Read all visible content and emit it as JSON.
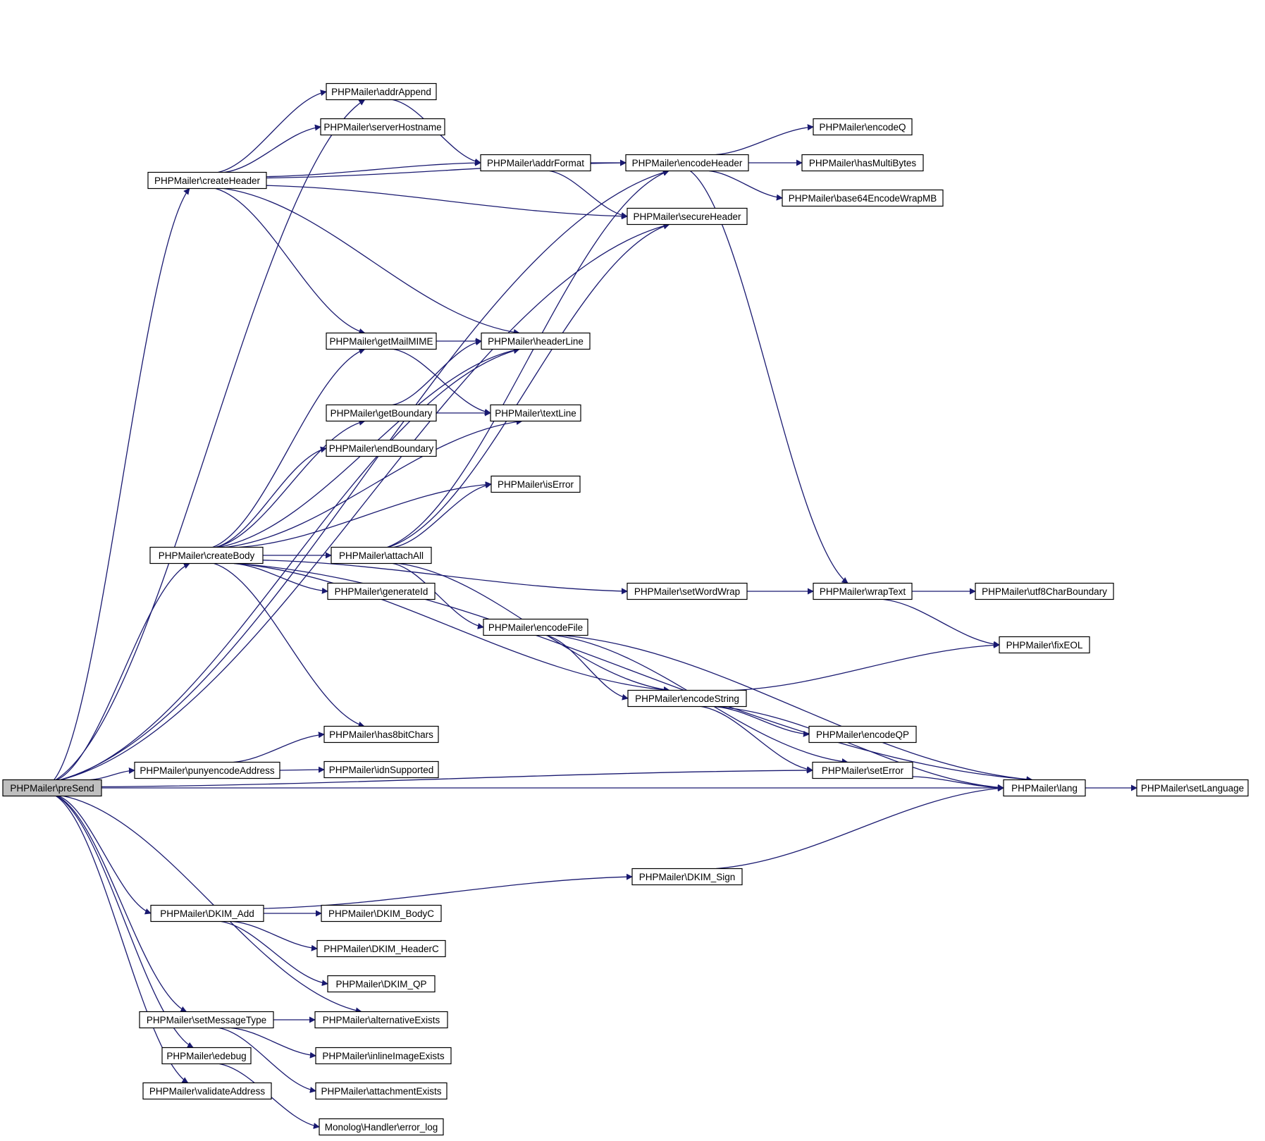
{
  "colors": {
    "edge": "#191970",
    "node_fill": "#ffffff",
    "root_fill": "#bfbfbf",
    "node_border": "#000000"
  },
  "nodes": [
    {
      "id": "preSend",
      "label": "PHPMailer\\preSend",
      "root": true
    },
    {
      "id": "createHeader",
      "label": "PHPMailer\\createHeader"
    },
    {
      "id": "createBody",
      "label": "PHPMailer\\createBody"
    },
    {
      "id": "punyencodeAddress",
      "label": "PHPMailer\\punyencodeAddress"
    },
    {
      "id": "DKIM_Add",
      "label": "PHPMailer\\DKIM_Add"
    },
    {
      "id": "setMessageType",
      "label": "PHPMailer\\setMessageType"
    },
    {
      "id": "edebug",
      "label": "PHPMailer\\edebug"
    },
    {
      "id": "validateAddress",
      "label": "PHPMailer\\validateAddress"
    },
    {
      "id": "addrAppend",
      "label": "PHPMailer\\addrAppend"
    },
    {
      "id": "serverHostname",
      "label": "PHPMailer\\serverHostname"
    },
    {
      "id": "getMailMIME",
      "label": "PHPMailer\\getMailMIME"
    },
    {
      "id": "getBoundary",
      "label": "PHPMailer\\getBoundary"
    },
    {
      "id": "endBoundary",
      "label": "PHPMailer\\endBoundary"
    },
    {
      "id": "attachAll",
      "label": "PHPMailer\\attachAll"
    },
    {
      "id": "generateId",
      "label": "PHPMailer\\generateId"
    },
    {
      "id": "has8bitChars",
      "label": "PHPMailer\\has8bitChars"
    },
    {
      "id": "idnSupported",
      "label": "PHPMailer\\idnSupported"
    },
    {
      "id": "DKIM_BodyC",
      "label": "PHPMailer\\DKIM_BodyC"
    },
    {
      "id": "DKIM_HeaderC",
      "label": "PHPMailer\\DKIM_HeaderC"
    },
    {
      "id": "DKIM_QP",
      "label": "PHPMailer\\DKIM_QP"
    },
    {
      "id": "alternativeExists",
      "label": "PHPMailer\\alternativeExists"
    },
    {
      "id": "inlineImageExists",
      "label": "PHPMailer\\inlineImageExists"
    },
    {
      "id": "attachmentExists",
      "label": "PHPMailer\\attachmentExists"
    },
    {
      "id": "error_log",
      "label": "Monolog\\Handler\\error_log"
    },
    {
      "id": "addrFormat",
      "label": "PHPMailer\\addrFormat"
    },
    {
      "id": "headerLine",
      "label": "PHPMailer\\headerLine"
    },
    {
      "id": "textLine",
      "label": "PHPMailer\\textLine"
    },
    {
      "id": "isError",
      "label": "PHPMailer\\isError"
    },
    {
      "id": "encodeFile",
      "label": "PHPMailer\\encodeFile"
    },
    {
      "id": "encodeHeader",
      "label": "PHPMailer\\encodeHeader"
    },
    {
      "id": "secureHeader",
      "label": "PHPMailer\\secureHeader"
    },
    {
      "id": "setWordWrap",
      "label": "PHPMailer\\setWordWrap"
    },
    {
      "id": "encodeString",
      "label": "PHPMailer\\encodeString"
    },
    {
      "id": "DKIM_Sign",
      "label": "PHPMailer\\DKIM_Sign"
    },
    {
      "id": "encodeQ",
      "label": "PHPMailer\\encodeQ"
    },
    {
      "id": "hasMultiBytes",
      "label": "PHPMailer\\hasMultiBytes"
    },
    {
      "id": "base64EncodeWrapMB",
      "label": "PHPMailer\\base64EncodeWrapMB"
    },
    {
      "id": "wrapText",
      "label": "PHPMailer\\wrapText"
    },
    {
      "id": "encodeQP",
      "label": "PHPMailer\\encodeQP"
    },
    {
      "id": "setError",
      "label": "PHPMailer\\setError"
    },
    {
      "id": "utf8CharBoundary",
      "label": "PHPMailer\\utf8CharBoundary"
    },
    {
      "id": "fixEOL",
      "label": "PHPMailer\\fixEOL"
    },
    {
      "id": "lang",
      "label": "PHPMailer\\lang"
    },
    {
      "id": "setLanguage",
      "label": "PHPMailer\\setLanguage"
    }
  ],
  "edges": [
    [
      "preSend",
      "createHeader"
    ],
    [
      "preSend",
      "createBody"
    ],
    [
      "preSend",
      "punyencodeAddress"
    ],
    [
      "preSend",
      "DKIM_Add"
    ],
    [
      "preSend",
      "setMessageType"
    ],
    [
      "preSend",
      "edebug"
    ],
    [
      "preSend",
      "validateAddress"
    ],
    [
      "preSend",
      "addrAppend"
    ],
    [
      "preSend",
      "encodeHeader"
    ],
    [
      "preSend",
      "secureHeader"
    ],
    [
      "preSend",
      "headerLine"
    ],
    [
      "preSend",
      "setError"
    ],
    [
      "preSend",
      "lang"
    ],
    [
      "preSend",
      "alternativeExists"
    ],
    [
      "createHeader",
      "addrAppend"
    ],
    [
      "createHeader",
      "serverHostname"
    ],
    [
      "createHeader",
      "addrFormat"
    ],
    [
      "createHeader",
      "encodeHeader"
    ],
    [
      "createHeader",
      "secureHeader"
    ],
    [
      "createHeader",
      "getMailMIME"
    ],
    [
      "createHeader",
      "headerLine"
    ],
    [
      "addrAppend",
      "addrFormat"
    ],
    [
      "addrFormat",
      "encodeHeader"
    ],
    [
      "addrFormat",
      "secureHeader"
    ],
    [
      "encodeHeader",
      "encodeQ"
    ],
    [
      "encodeHeader",
      "hasMultiBytes"
    ],
    [
      "encodeHeader",
      "base64EncodeWrapMB"
    ],
    [
      "encodeHeader",
      "wrapText"
    ],
    [
      "getMailMIME",
      "headerLine"
    ],
    [
      "getMailMIME",
      "textLine"
    ],
    [
      "getBoundary",
      "headerLine"
    ],
    [
      "getBoundary",
      "textLine"
    ],
    [
      "createBody",
      "getMailMIME"
    ],
    [
      "createBody",
      "headerLine"
    ],
    [
      "createBody",
      "getBoundary"
    ],
    [
      "createBody",
      "endBoundary"
    ],
    [
      "createBody",
      "textLine"
    ],
    [
      "createBody",
      "isError"
    ],
    [
      "createBody",
      "attachAll"
    ],
    [
      "createBody",
      "generateId"
    ],
    [
      "createBody",
      "setWordWrap"
    ],
    [
      "createBody",
      "encodeString"
    ],
    [
      "createBody",
      "has8bitChars"
    ],
    [
      "createBody",
      "lang"
    ],
    [
      "attachAll",
      "isError"
    ],
    [
      "attachAll",
      "encodeHeader"
    ],
    [
      "attachAll",
      "secureHeader"
    ],
    [
      "attachAll",
      "encodeFile"
    ],
    [
      "attachAll",
      "encodeString"
    ],
    [
      "setWordWrap",
      "wrapText"
    ],
    [
      "wrapText",
      "utf8CharBoundary"
    ],
    [
      "wrapText",
      "fixEOL"
    ],
    [
      "encodeFile",
      "encodeString"
    ],
    [
      "encodeFile",
      "setError"
    ],
    [
      "encodeFile",
      "lang"
    ],
    [
      "encodeString",
      "fixEOL"
    ],
    [
      "encodeString",
      "encodeQP"
    ],
    [
      "encodeString",
      "setError"
    ],
    [
      "encodeString",
      "lang"
    ],
    [
      "setError",
      "lang"
    ],
    [
      "lang",
      "setLanguage"
    ],
    [
      "punyencodeAddress",
      "has8bitChars"
    ],
    [
      "punyencodeAddress",
      "idnSupported"
    ],
    [
      "DKIM_Add",
      "DKIM_Sign"
    ],
    [
      "DKIM_Add",
      "DKIM_BodyC"
    ],
    [
      "DKIM_Add",
      "DKIM_HeaderC"
    ],
    [
      "DKIM_Add",
      "DKIM_QP"
    ],
    [
      "DKIM_Sign",
      "lang"
    ],
    [
      "setMessageType",
      "alternativeExists"
    ],
    [
      "setMessageType",
      "inlineImageExists"
    ],
    [
      "setMessageType",
      "attachmentExists"
    ],
    [
      "edebug",
      "error_log"
    ]
  ]
}
